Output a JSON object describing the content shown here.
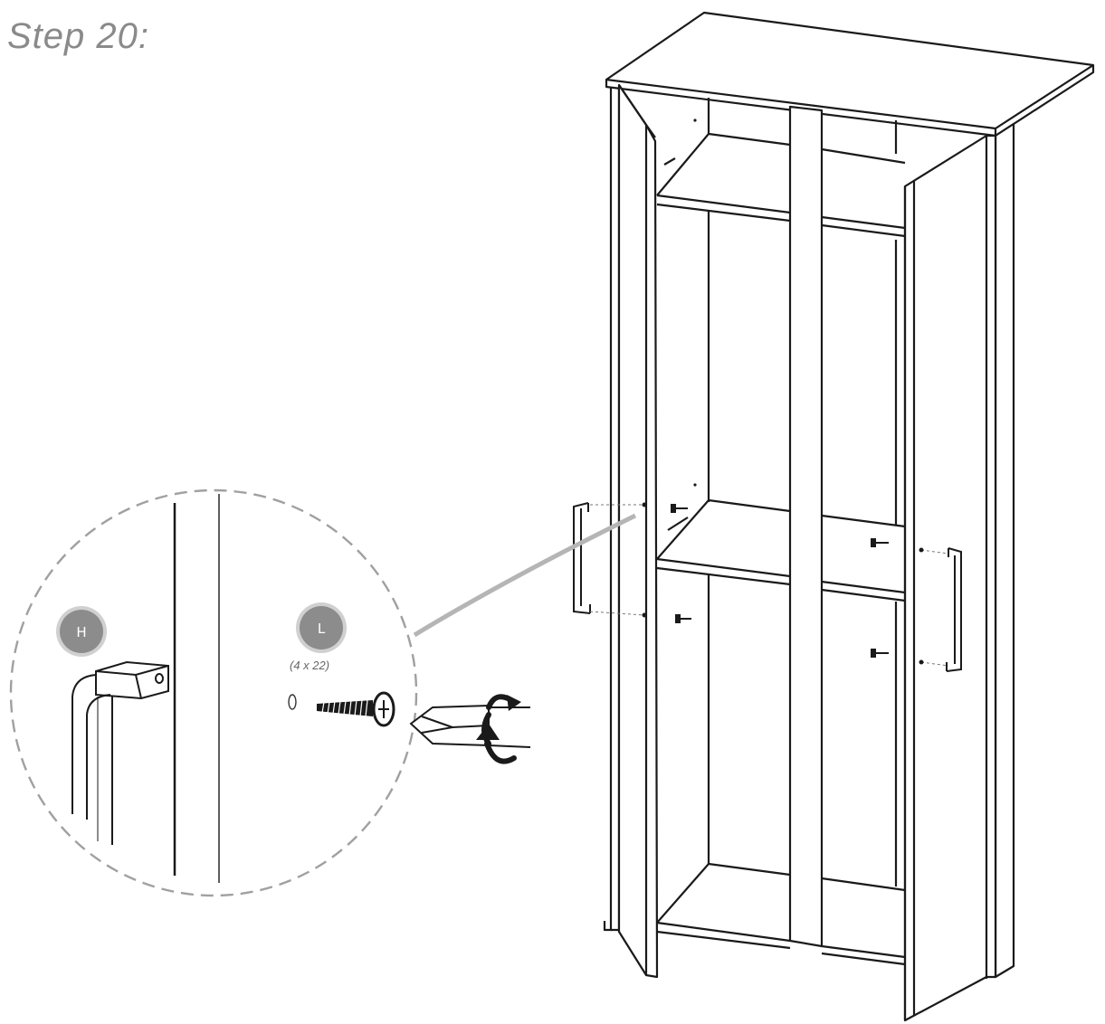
{
  "step": {
    "title": "Step 20:"
  },
  "parts": {
    "hex_key": {
      "label": "H"
    },
    "screw": {
      "label": "L",
      "spec": "(4 x 22)"
    }
  },
  "colors": {
    "line": "#1a1a1a",
    "dashed_circle": "#9a9a9a",
    "badge_fill": "#8c8c8c",
    "badge_ring": "#d0d0d0",
    "leader": "#b5b5b5",
    "text_gray": "#8a8a8a"
  },
  "icons": [
    "hex-key-icon",
    "screw-icon",
    "washer-icon",
    "screwdriver-icon",
    "rotation-arrow-icon",
    "door-handle-icon"
  ]
}
